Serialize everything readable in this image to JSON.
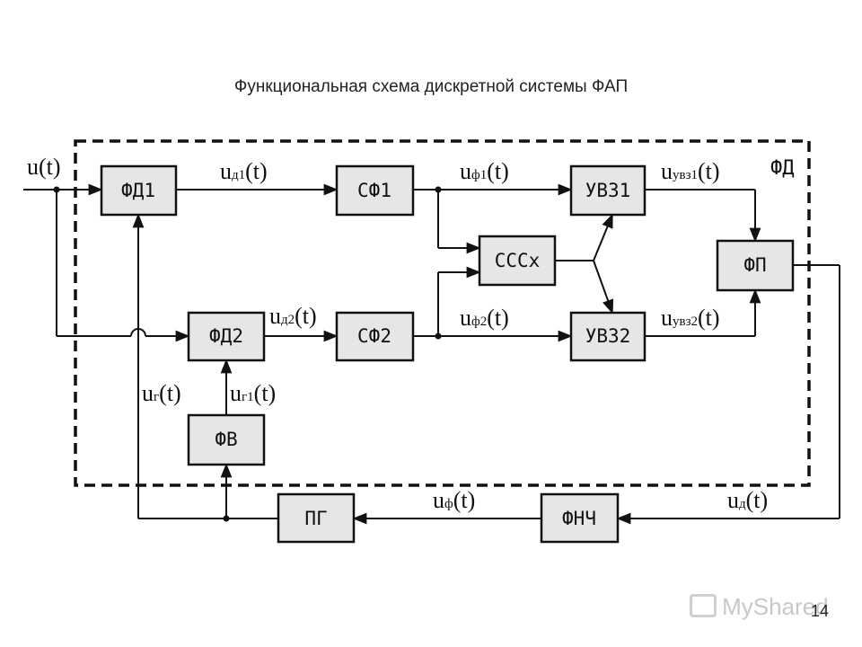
{
  "title": "Функциональная схема дискретной системы ФАП",
  "page_number": "14",
  "watermark": "MyShared",
  "region_label": "ФД",
  "blocks": {
    "fd1": "ФД1",
    "sf1": "СФ1",
    "uvz1": "УВЗ1",
    "sssx": "СССх",
    "fp": "ФП",
    "fd2": "ФД2",
    "sf2": "СФ2",
    "uvz2": "УВЗ2",
    "fv": "ФВ",
    "pg": "ПГ",
    "fnch": "ФНЧ"
  },
  "signals": {
    "input": "u(t)",
    "ud1": {
      "base": "u",
      "sub": "д1",
      "tail": "(t)"
    },
    "uf1": {
      "base": "u",
      "sub": "ф1",
      "tail": "(t)"
    },
    "uuvz1": {
      "base": "u",
      "sub": "увз1",
      "tail": "(t)"
    },
    "ud2": {
      "base": "u",
      "sub": "д2",
      "tail": "(t)"
    },
    "uf2": {
      "base": "u",
      "sub": "ф2",
      "tail": "(t)"
    },
    "uuvz2": {
      "base": "u",
      "sub": "увз2",
      "tail": "(t)"
    },
    "ug": {
      "base": "u",
      "sub": "г",
      "tail": "(t)"
    },
    "ug1": {
      "base": "u",
      "sub": "г1",
      "tail": "(t)"
    },
    "uf": {
      "base": "u",
      "sub": "ф",
      "tail": "(t)"
    },
    "ud": {
      "base": "u",
      "sub": "д",
      "tail": "(t)"
    }
  }
}
